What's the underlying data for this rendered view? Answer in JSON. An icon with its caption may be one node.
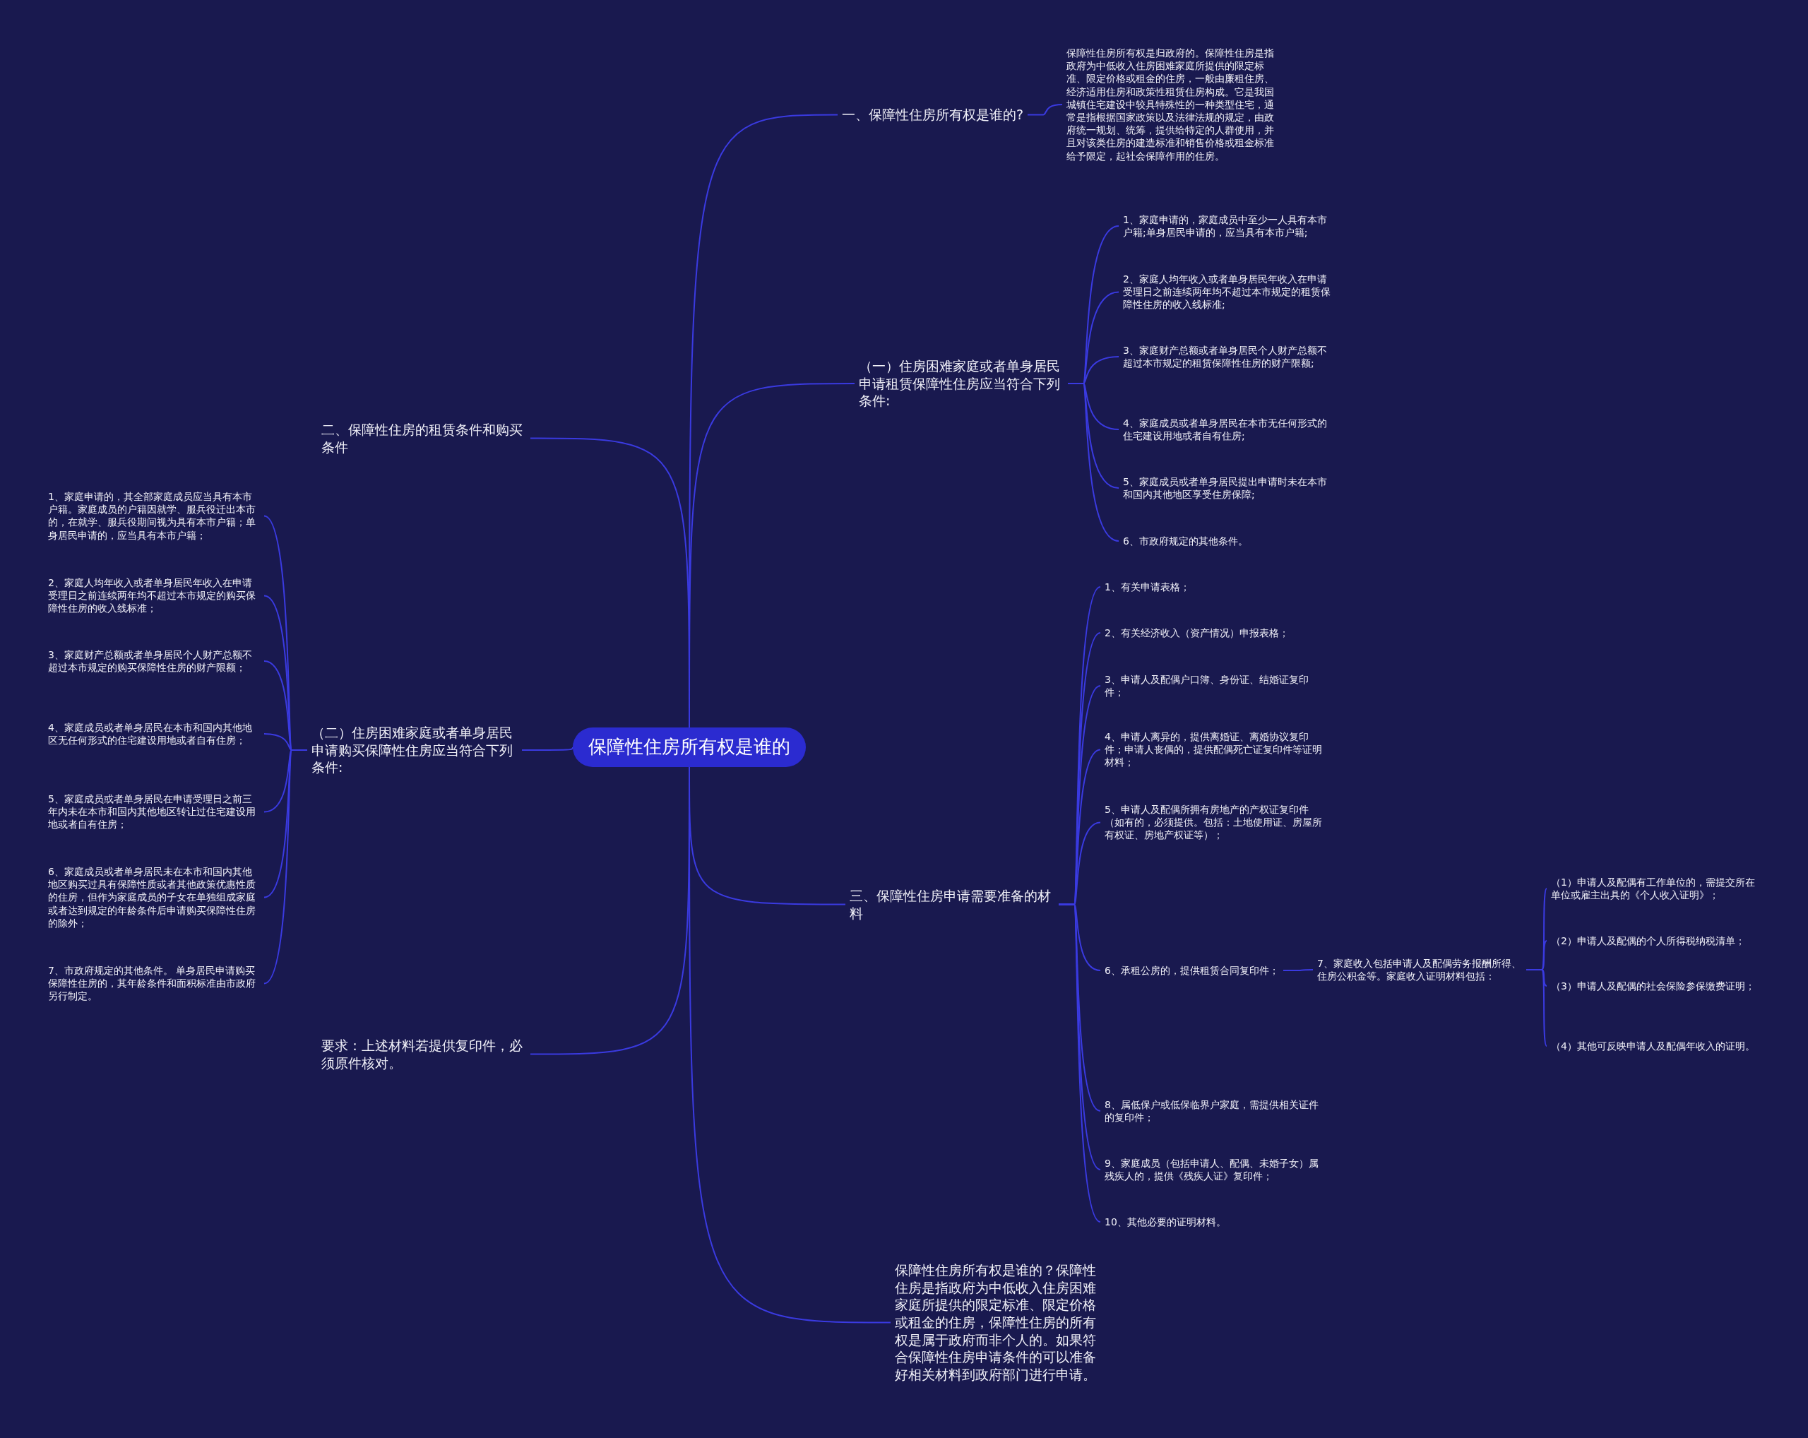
{
  "diagram": {
    "nodes": [
      {
        "text": [
          "保障性住房所有权是谁的"
        ]
      },
      {
        "text": [
          "一、保障性住房所有权是谁的?"
        ]
      },
      {
        "text": [
          "保障性住房所有权是归政府的。保障性住房是指政府为中低收入住房困难家庭所提供的限定标准、限定价格或租金的住房，一般由廉租住房、经济适用住房和政策性租赁住房构成。它是我国城镇住宅建设中较具特殊性的一种类型住宅，通常是指根据国家政策以及法律法规的规定，由政府统一规划、统筹，提供给特定的人群使用，并且对该类住房的建造标准和销售价格或租金标准给予限定，起社会保障作用的住房。"
        ]
      },
      {
        "text": [
          "（一）住房困难家庭或者单身居民申请租赁保障性住房应当符合下列条件:"
        ]
      },
      {
        "text": [
          "1、家庭申请的，家庭成员中至少一人具有本市户籍;单身居民申请的，应当具有本市户籍;"
        ]
      },
      {
        "text": [
          "2、家庭人均年收入或者单身居民年收入在申请受理日之前连续两年均不超过本市规定的租赁保障性住房的收入线标准;"
        ]
      },
      {
        "text": [
          "3、家庭财产总额或者单身居民个人财产总额不超过本市规定的租赁保障性住房的财产限额;"
        ]
      },
      {
        "text": [
          "4、家庭成员或者单身居民在本市无任何形式的住宅建设用地或者自有住房;"
        ]
      },
      {
        "text": [
          "5、家庭成员或者单身居民提出申请时未在本市和国内其他地区享受住房保障;"
        ]
      },
      {
        "text": [
          "6、市政府规定的其他条件。"
        ]
      },
      {
        "text": [
          "二、保障性住房的租赁条件和购买条件"
        ]
      },
      {
        "text": [
          "（二）住房困难家庭或者单身居民申请购买保障性住房应当符合下列条件:"
        ]
      },
      {
        "text": [
          "1、家庭申请的，其全部家庭成员应当具有本市户籍。家庭成员的户籍因就学、服兵役迁出本市的，在就学、服兵役期间视为具有本市户籍；单身居民申请的，应当具有本市户籍；"
        ]
      },
      {
        "text": [
          "2、家庭人均年收入或者单身居民年收入在申请受理日之前连续两年均不超过本市规定的购买保障性住房的收入线标准；"
        ]
      },
      {
        "text": [
          "3、家庭财产总额或者单身居民个人财产总额不超过本市规定的购买保障性住房的财产限额；"
        ]
      },
      {
        "text": [
          "4、家庭成员或者单身居民在本市和国内其他地区无任何形式的住宅建设用地或者自有住房；"
        ]
      },
      {
        "text": [
          "5、家庭成员或者单身居民在申请受理日之前三年内未在本市和国内其他地区转让过住宅建设用地或者自有住房；"
        ]
      },
      {
        "text": [
          "6、家庭成员或者单身居民未在本市和国内其他地区购买过具有保障性质或者其他政策优惠性质的住房，但作为家庭成员的子女在单独组成家庭或者达到规定的年龄条件后申请购买保障性住房的除外；"
        ]
      },
      {
        "text": [
          "7、市政府规定的其他条件。 单身居民申请购买保障性住房的，其年龄条件和面积标准由市政府另行制定。"
        ]
      },
      {
        "text": [
          "三、保障性住房申请需要准备的材料"
        ]
      },
      {
        "text": [
          "1、有关申请表格；"
        ]
      },
      {
        "text": [
          "2、有关经济收入（资产情况）申报表格；"
        ]
      },
      {
        "text": [
          "3、申请人及配偶户口簿、身份证、结婚证复印件；"
        ]
      },
      {
        "text": [
          "4、申请人离异的，提供离婚证、离婚协议复印件；申请人丧偶的，提供配偶死亡证复印件等证明材料；"
        ]
      },
      {
        "text": [
          "5、申请人及配偶所拥有房地产的产权证复印件（如有的，必须提供。包括：土地使用证、房屋所有权证、房地产权证等）；"
        ]
      },
      {
        "text": [
          "6、承租公房的，提供租赁合同复印件；"
        ]
      },
      {
        "text": [
          "7、家庭收入包括申请人及配偶劳务报酬所得、住房公积金等。家庭收入证明材料包括："
        ]
      },
      {
        "text": [
          "（1）申请人及配偶有工作单位的，需提交所在单位或雇主出具的《个人收入证明》；"
        ]
      },
      {
        "text": [
          "（2）申请人及配偶的个人所得税纳税清单；"
        ]
      },
      {
        "text": [
          "（3）申请人及配偶的社会保险参保缴费证明；"
        ]
      },
      {
        "text": [
          "（4）其他可反映申请人及配偶年收入的证明。"
        ]
      },
      {
        "text": [
          "8、属低保户或低保临界户家庭，需提供相关证件的复印件；"
        ]
      },
      {
        "text": [
          "9、家庭成员（包括申请人、配偶、未婚子女）属残疾人的，提供《残疾人证》复印件；"
        ]
      },
      {
        "text": [
          "10、其他必要的证明材料。"
        ]
      },
      {
        "text": [
          "要求：上述材料若提供复印件，必须原件核对。"
        ]
      },
      {
        "text": [
          "保障性住房所有权是谁的？保障性住房是指政府为中低收入住房困难家庭所提供的限定标准、限定价格或租金的住房，保障性住房的所有权是属于政府而非个人的。如果符合保障性住房申请条件的可以准备好相关材料到政府部门进行申请。"
        ]
      }
    ],
    "edges": [
      {
        "from": 0,
        "to": 1,
        "arrow": "none"
      },
      {
        "from": 1,
        "to": 2,
        "arrow": "none"
      },
      {
        "from": 0,
        "to": 3,
        "arrow": "none"
      },
      {
        "from": 3,
        "to": 4,
        "arrow": "none"
      },
      {
        "from": 3,
        "to": 5,
        "arrow": "none"
      },
      {
        "from": 3,
        "to": 6,
        "arrow": "none"
      },
      {
        "from": 3,
        "to": 7,
        "arrow": "none"
      },
      {
        "from": 3,
        "to": 8,
        "arrow": "none"
      },
      {
        "from": 3,
        "to": 9,
        "arrow": "none"
      },
      {
        "from": 0,
        "to": 10,
        "arrow": "none"
      },
      {
        "from": 0,
        "to": 11,
        "arrow": "none"
      },
      {
        "from": 11,
        "to": 12,
        "arrow": "none"
      },
      {
        "from": 11,
        "to": 13,
        "arrow": "none"
      },
      {
        "from": 11,
        "to": 14,
        "arrow": "none"
      },
      {
        "from": 11,
        "to": 15,
        "arrow": "none"
      },
      {
        "from": 11,
        "to": 16,
        "arrow": "none"
      },
      {
        "from": 11,
        "to": 17,
        "arrow": "none"
      },
      {
        "from": 11,
        "to": 18,
        "arrow": "none"
      },
      {
        "from": 0,
        "to": 19,
        "arrow": "none"
      },
      {
        "from": 19,
        "to": 20,
        "arrow": "none"
      },
      {
        "from": 19,
        "to": 21,
        "arrow": "none"
      },
      {
        "from": 19,
        "to": 22,
        "arrow": "none"
      },
      {
        "from": 19,
        "to": 23,
        "arrow": "none"
      },
      {
        "from": 19,
        "to": 24,
        "arrow": "none"
      },
      {
        "from": 19,
        "to": 25,
        "arrow": "none"
      },
      {
        "from": 25,
        "to": 26,
        "arrow": "none"
      },
      {
        "from": 26,
        "to": 27,
        "arrow": "none"
      },
      {
        "from": 26,
        "to": 28,
        "arrow": "none"
      },
      {
        "from": 26,
        "to": 29,
        "arrow": "none"
      },
      {
        "from": 26,
        "to": 30,
        "arrow": "none"
      },
      {
        "from": 19,
        "to": 31,
        "arrow": "none"
      },
      {
        "from": 19,
        "to": 32,
        "arrow": "none"
      },
      {
        "from": 19,
        "to": 33,
        "arrow": "none"
      },
      {
        "from": 0,
        "to": 34,
        "arrow": "none"
      },
      {
        "from": 0,
        "to": 35,
        "arrow": "none"
      }
    ]
  }
}
